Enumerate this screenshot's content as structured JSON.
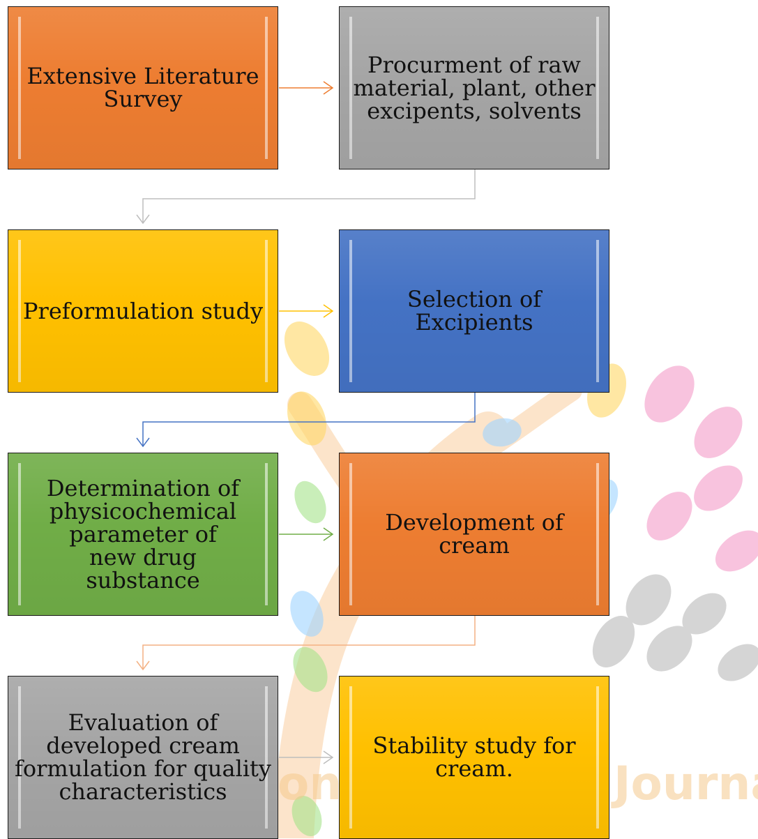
{
  "diagram": {
    "nodes": [
      {
        "id": "n1",
        "label": "Extensive Literature Survey",
        "color": "orange"
      },
      {
        "id": "n2",
        "label": "Procurment of raw material, plant, other excipents, solvents",
        "color": "gray"
      },
      {
        "id": "n3",
        "label": "Preformulation study",
        "color": "yellow"
      },
      {
        "id": "n4",
        "label": "Selection of Excipients",
        "color": "blue"
      },
      {
        "id": "n5",
        "label": "Determination of physicochemical parameter of new drug substance",
        "color": "green"
      },
      {
        "id": "n6",
        "label": "Development of cream",
        "color": "orange"
      },
      {
        "id": "n7",
        "label": "Evaluation of developed cream formulation for quality characteristics",
        "color": "gray"
      },
      {
        "id": "n8",
        "label": "Stability study for cream.",
        "color": "yellow"
      }
    ],
    "edges": [
      {
        "from": "n1",
        "to": "n2"
      },
      {
        "from": "n2",
        "to": "n3"
      },
      {
        "from": "n3",
        "to": "n4"
      },
      {
        "from": "n4",
        "to": "n5"
      },
      {
        "from": "n5",
        "to": "n6"
      },
      {
        "from": "n6",
        "to": "n7"
      },
      {
        "from": "n7",
        "to": "n8"
      }
    ]
  },
  "colors": {
    "orange": "#ed7d31",
    "gray": "#a5a5a5",
    "yellow": "#ffc000",
    "blue": "#4472c4",
    "green": "#70ad47"
  },
  "watermark": {
    "text_fragment_1": "onc",
    "text_fragment_2": "Journa"
  }
}
